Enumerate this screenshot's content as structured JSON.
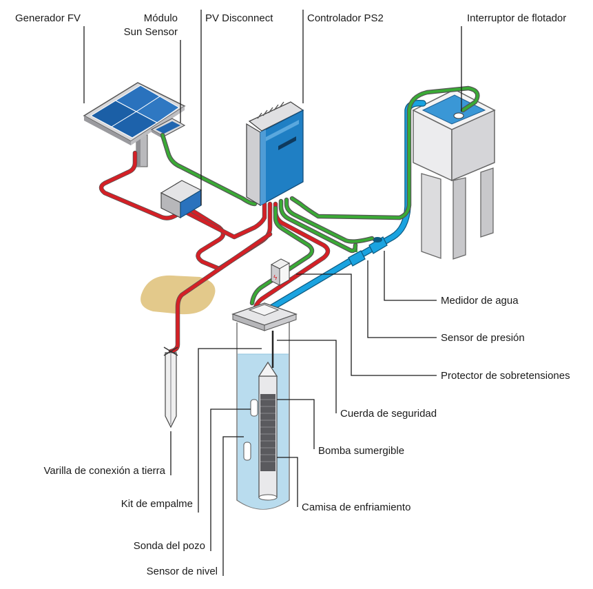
{
  "labels": {
    "generador_fv": "Generador FV",
    "modulo_sun_sensor_1": "Módulo",
    "modulo_sun_sensor_2": "Sun Sensor",
    "pv_disconnect": "PV Disconnect",
    "controlador_ps2": "Controlador PS2",
    "interruptor_flotador": "Interruptor de flotador",
    "medidor_agua": "Medidor de agua",
    "sensor_presion": "Sensor de presión",
    "protector_sobretensiones": "Protector de sobretensiones",
    "cuerda_seguridad": "Cuerda de seguridad",
    "bomba_sumergible": "Bomba sumergible",
    "camisa_enfriamiento": "Camisa de enfriamiento",
    "varilla_tierra": "Varilla de conexión a tierra",
    "kit_empalme": "Kit de empalme",
    "sonda_pozo": "Sonda del pozo",
    "sensor_nivel": "Sensor de nivel"
  },
  "colors": {
    "power_cable": "#d42026",
    "signal_cable": "#3aaa35",
    "water_pipe": "#1aa3e0",
    "controller": "#1f7fc4",
    "well_water": "#b9dcee",
    "ground_patch": "#e3c98b"
  }
}
